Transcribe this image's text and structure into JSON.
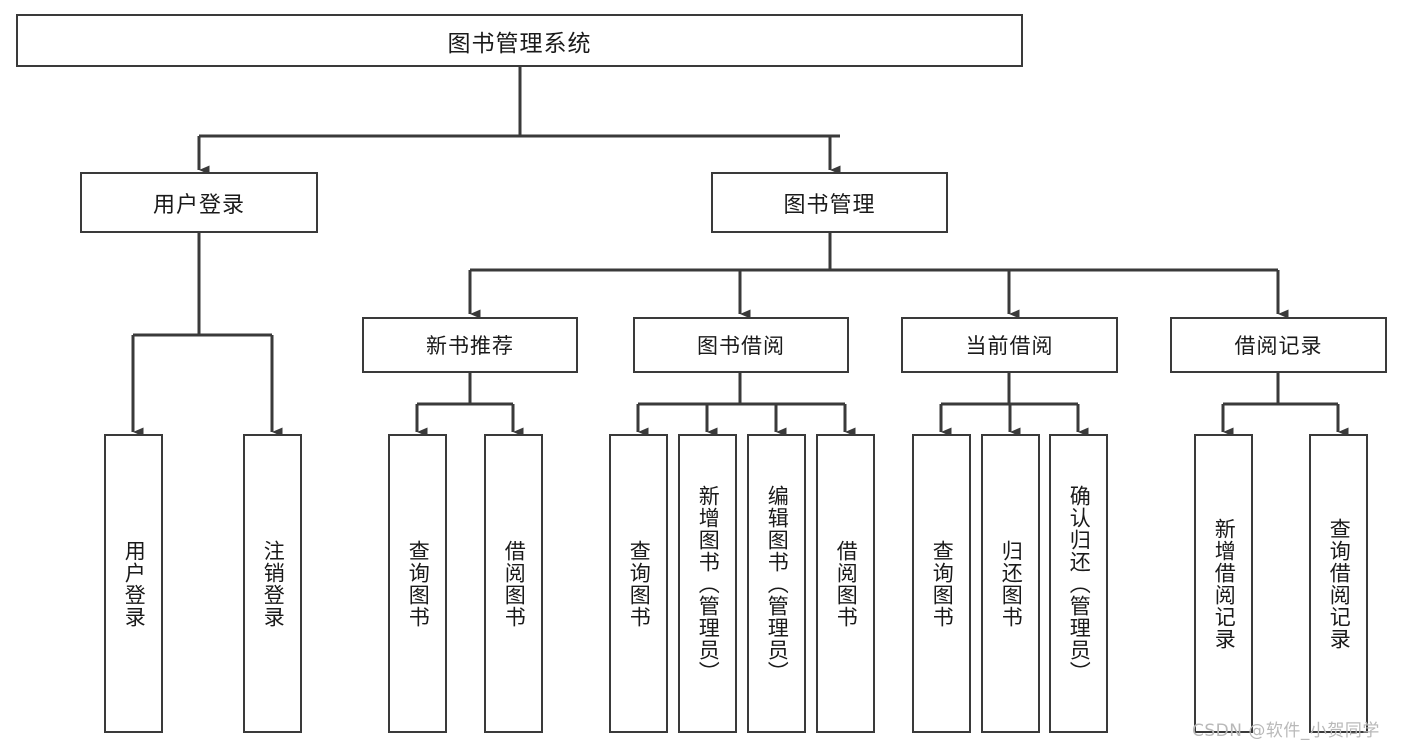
{
  "diagram": {
    "title": "图书管理系统",
    "type": "tree-hierarchy-diagram",
    "root": {
      "label": "图书管理系统"
    },
    "level2": [
      {
        "label": "用户登录"
      },
      {
        "label": "图书管理"
      }
    ],
    "level3": [
      {
        "label": "新书推荐"
      },
      {
        "label": "图书借阅"
      },
      {
        "label": "当前借阅"
      },
      {
        "label": "借阅记录"
      }
    ],
    "leaves": {
      "user_login": [
        {
          "label": "用户登录"
        },
        {
          "label": "注销登录"
        }
      ],
      "new_book_recommend": [
        {
          "label": "查询图书"
        },
        {
          "label": "借阅图书"
        }
      ],
      "book_borrow": [
        {
          "label": "查询图书"
        },
        {
          "label": "新增图书（管理员）"
        },
        {
          "label": "编辑图书（管理员）"
        },
        {
          "label": "借阅图书"
        }
      ],
      "current_borrow": [
        {
          "label": "查询图书"
        },
        {
          "label": "归还图书"
        },
        {
          "label": "确认归还（管理员）"
        }
      ],
      "borrow_record": [
        {
          "label": "新增借阅记录"
        },
        {
          "label": "查询借阅记录"
        }
      ]
    },
    "watermark": "CSDN @软件_小贺同学",
    "colors": {
      "stroke": "#3a3a3a",
      "fill": "#ffffff",
      "text": "#1a1a1a",
      "watermark": "#b9b9b9"
    }
  }
}
